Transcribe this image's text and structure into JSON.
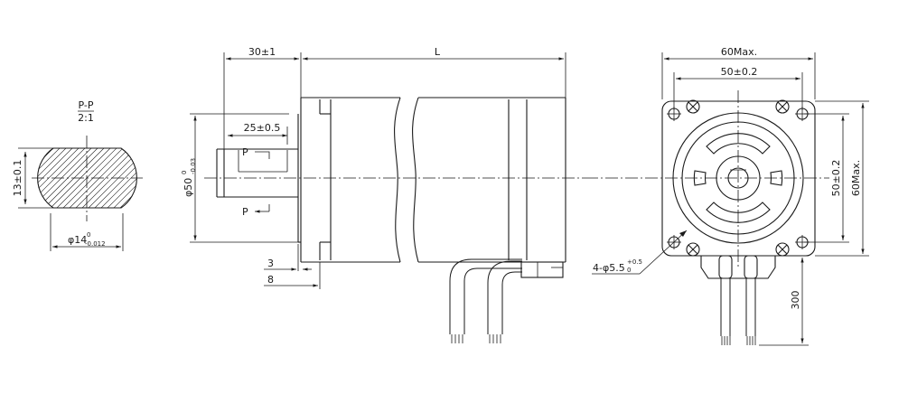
{
  "section": {
    "title": "P-P",
    "scale": "2:1",
    "height_dim": "13±0.1",
    "diameter_main": "φ14",
    "diameter_upper": "0",
    "diameter_lower": "-0.012"
  },
  "side_view": {
    "shaft_length": "30±1",
    "body_length": "L",
    "key_length": "25±0.5",
    "pilot_main": "φ50",
    "pilot_upper": "0",
    "pilot_lower": "-0.03",
    "section_mark_top": "P",
    "section_mark_bottom": "P",
    "flange_dim_a": "3",
    "flange_dim_b": "8"
  },
  "front_view": {
    "width_max": "60Max.",
    "bolt_spacing_h": "50±0.2",
    "bolt_spacing_v": "50±0.2",
    "height_max": "60Max.",
    "holes_main": "4-φ5.5",
    "holes_upper": "+0.5",
    "holes_lower": "0",
    "cable_length": "300"
  }
}
